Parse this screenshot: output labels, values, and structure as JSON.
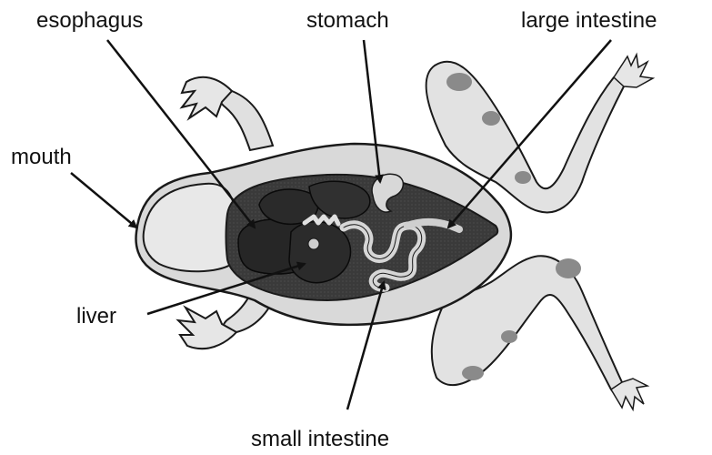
{
  "labels": {
    "esophagus": "esophagus",
    "stomach": "stomach",
    "large_intestine": "large intestine",
    "mouth": "mouth",
    "liver": "liver",
    "small_intestine": "small intestine"
  },
  "colors": {
    "background": "#ffffff",
    "skin_light": "#e6e6e6",
    "skin_mid": "#cfcfcf",
    "spots": "#8a8a8a",
    "body_cavity": "#3a3a3a",
    "organs_dark": "#262626",
    "intestine_light": "#d8d8d8",
    "outline": "#1a1a1a",
    "label_text": "#111111"
  }
}
